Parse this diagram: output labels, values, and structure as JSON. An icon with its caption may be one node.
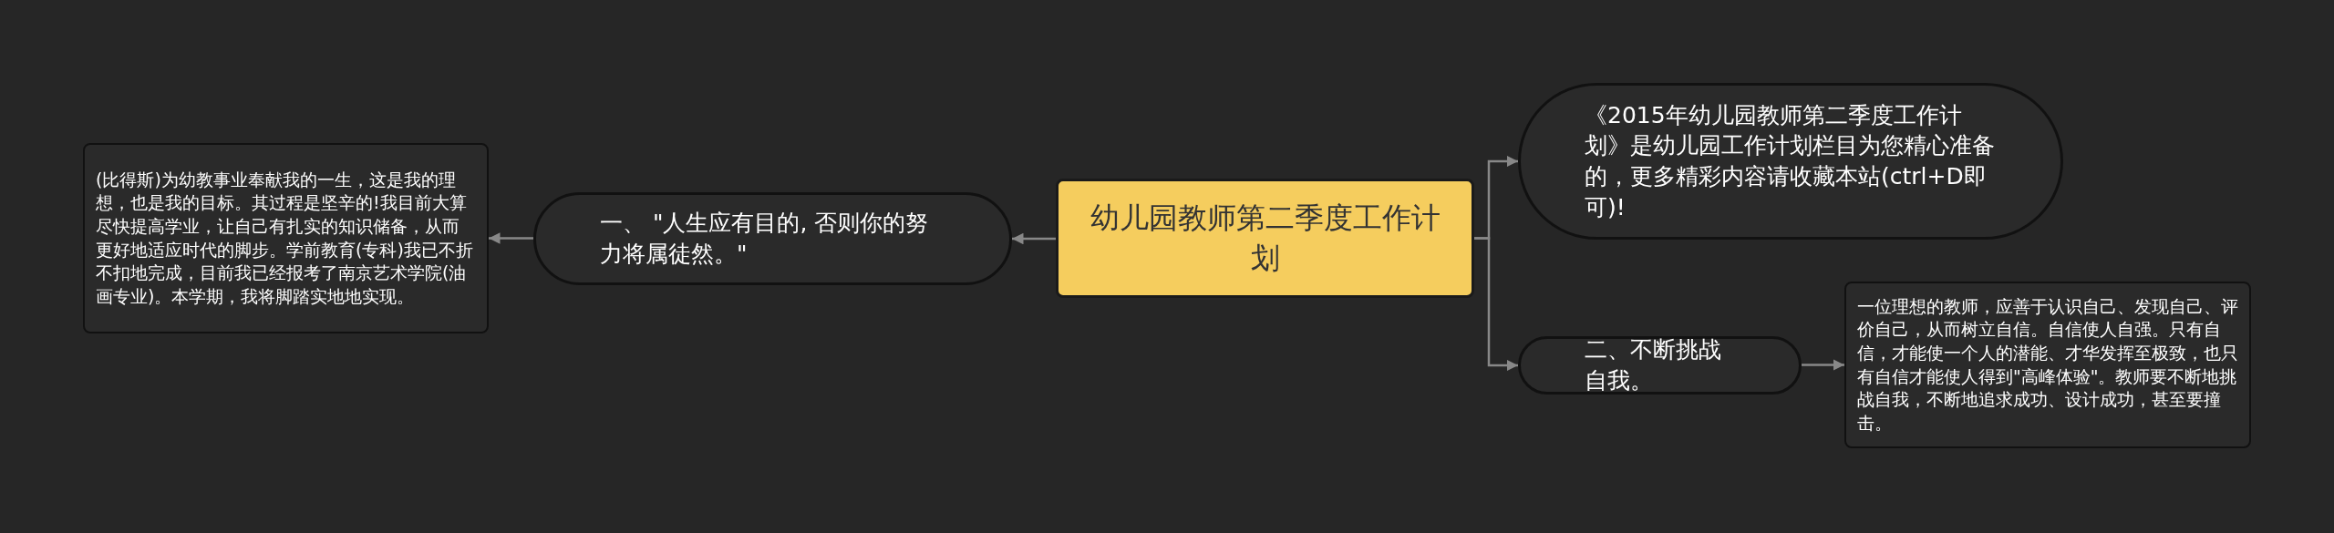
{
  "diagram": {
    "nodes": [
      {
        "text": [
          "幼儿园教师第二季度工作计划"
        ]
      },
      {
        "text": [
          "一、 \"人生应有目的, 否则你的努力将属徒然。\""
        ]
      },
      {
        "text": [
          "(比得斯)为幼教事业奉献我的一生，这是我的理想，也是我的目标。其过程是坚辛的!我目前大算尽快提高学业，让自己有扎实的知识储备，从而更好地适应时代的脚步。学前教育(专科)我已不折不扣地完成，目前我已经报考了南京艺术学院(油画专业)。本学期，我将脚踏实地地实现。"
        ]
      },
      {
        "text": [
          "《2015年幼儿园教师第二季度工作计划》是幼儿园工作计划栏目为您精心准备的，更多精彩内容请收藏本站(ctrl+D即可)!"
        ]
      },
      {
        "text": [
          "二、不断挑战自我。"
        ]
      },
      {
        "text": [
          "一位理想的教师，应善于认识自己、发现自己、评价自己，从而树立自信。自信使人自强。只有自信，才能使一个人的潜能、才华发挥至极致，也只有自信才能使人得到\"高峰体验\"。教师要不断地挑战自我，不断地追求成功、设计成功，甚至要撞击。"
        ]
      }
    ],
    "edges": [
      {
        "from": 0,
        "to": 1,
        "arrow": "to"
      },
      {
        "from": 1,
        "to": 2,
        "arrow": "to"
      },
      {
        "from": 0,
        "to": 3,
        "arrow": "to"
      },
      {
        "from": 0,
        "to": 4,
        "arrow": "to"
      },
      {
        "from": 4,
        "to": 5,
        "arrow": "to"
      }
    ]
  }
}
